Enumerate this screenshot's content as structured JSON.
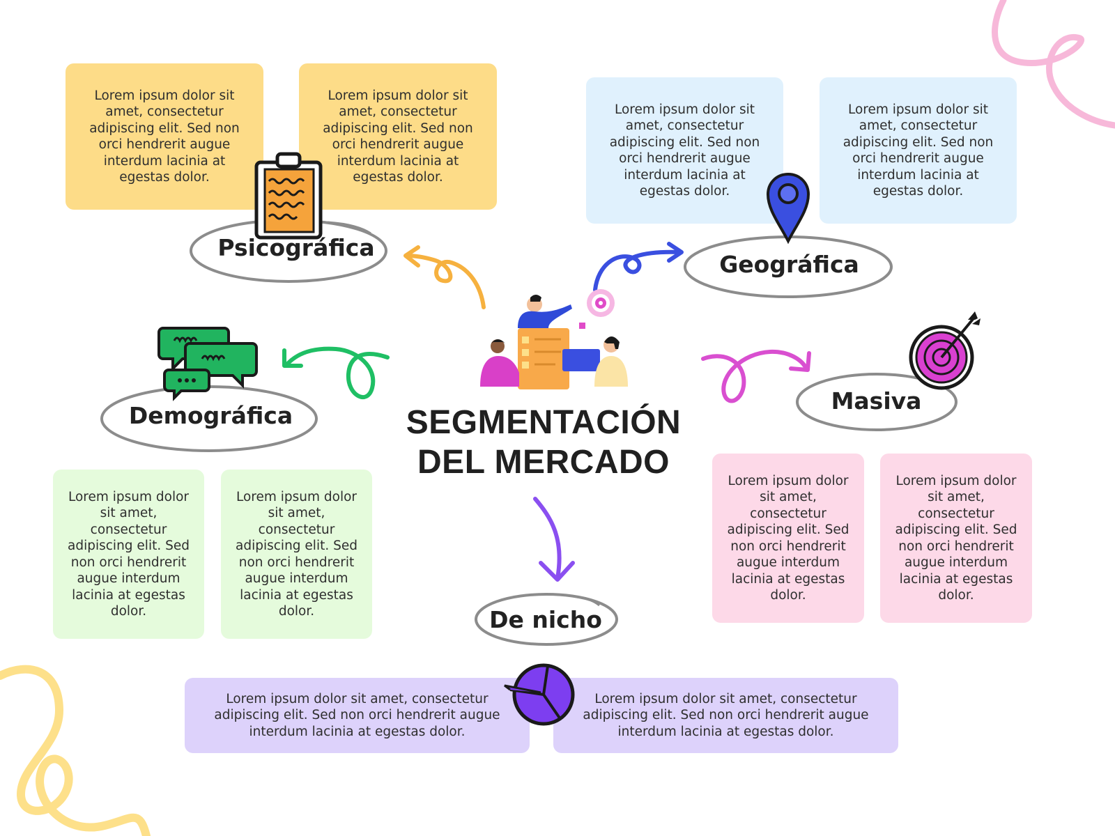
{
  "title": {
    "line1": "SEGMENTACIÓN",
    "line2": "DEL MERCADO"
  },
  "segments": {
    "psicografica": {
      "label": "Psicográfica",
      "cards": [
        "Lorem ipsum dolor sit amet, consectetur adipiscing elit. Sed non orci hendrerit augue interdum lacinia at egestas dolor.",
        "Lorem ipsum dolor sit amet, consectetur adipiscing elit. Sed non orci hendrerit augue interdum lacinia at egestas dolor."
      ],
      "color": "#fddc88",
      "icon": "clipboard-icon"
    },
    "geografica": {
      "label": "Geográfica",
      "cards": [
        "Lorem ipsum dolor sit amet, consectetur adipiscing elit. Sed non orci hendrerit augue interdum lacinia at egestas dolor.",
        "Lorem ipsum dolor sit amet, consectetur adipiscing elit. Sed non orci hendrerit augue interdum lacinia at egestas dolor."
      ],
      "color": "#e0f1fd",
      "icon": "location-pin-icon"
    },
    "demografica": {
      "label": "Demográfica",
      "cards": [
        "Lorem ipsum dolor sit amet, consectetur adipiscing elit. Sed non orci hendrerit augue interdum lacinia at egestas dolor.",
        "Lorem ipsum dolor sit amet, consectetur adipiscing elit. Sed non orci hendrerit augue interdum lacinia at egestas dolor."
      ],
      "color": "#e5fbdc",
      "icon": "chat-bubbles-icon"
    },
    "masiva": {
      "label": "Masiva",
      "cards": [
        "Lorem ipsum dolor sit amet, consectetur adipiscing elit. Sed non orci hendrerit augue interdum lacinia at egestas dolor.",
        "Lorem ipsum dolor sit amet, consectetur adipiscing elit. Sed non orci hendrerit augue interdum lacinia at egestas dolor."
      ],
      "color": "#fdd9e8",
      "icon": "target-icon"
    },
    "de_nicho": {
      "label": "De nicho",
      "cards": [
        "Lorem ipsum dolor sit amet, consectetur adipiscing elit. Sed non orci hendrerit augue interdum lacinia at egestas dolor.",
        "Lorem ipsum dolor sit amet, consectetur adipiscing elit. Sed non orci hendrerit augue interdum lacinia at egestas dolor."
      ],
      "color": "#ddd2fb",
      "icon": "pie-chart-icon"
    }
  },
  "colors": {
    "arrow_orange": "#f6b13f",
    "arrow_blue": "#3a4fe0",
    "arrow_green": "#1fbf64",
    "arrow_magenta": "#d94fd0",
    "arrow_purple": "#8a4ff0",
    "deco_pink": "#f7b8d9",
    "deco_yellow": "#fde08a"
  }
}
